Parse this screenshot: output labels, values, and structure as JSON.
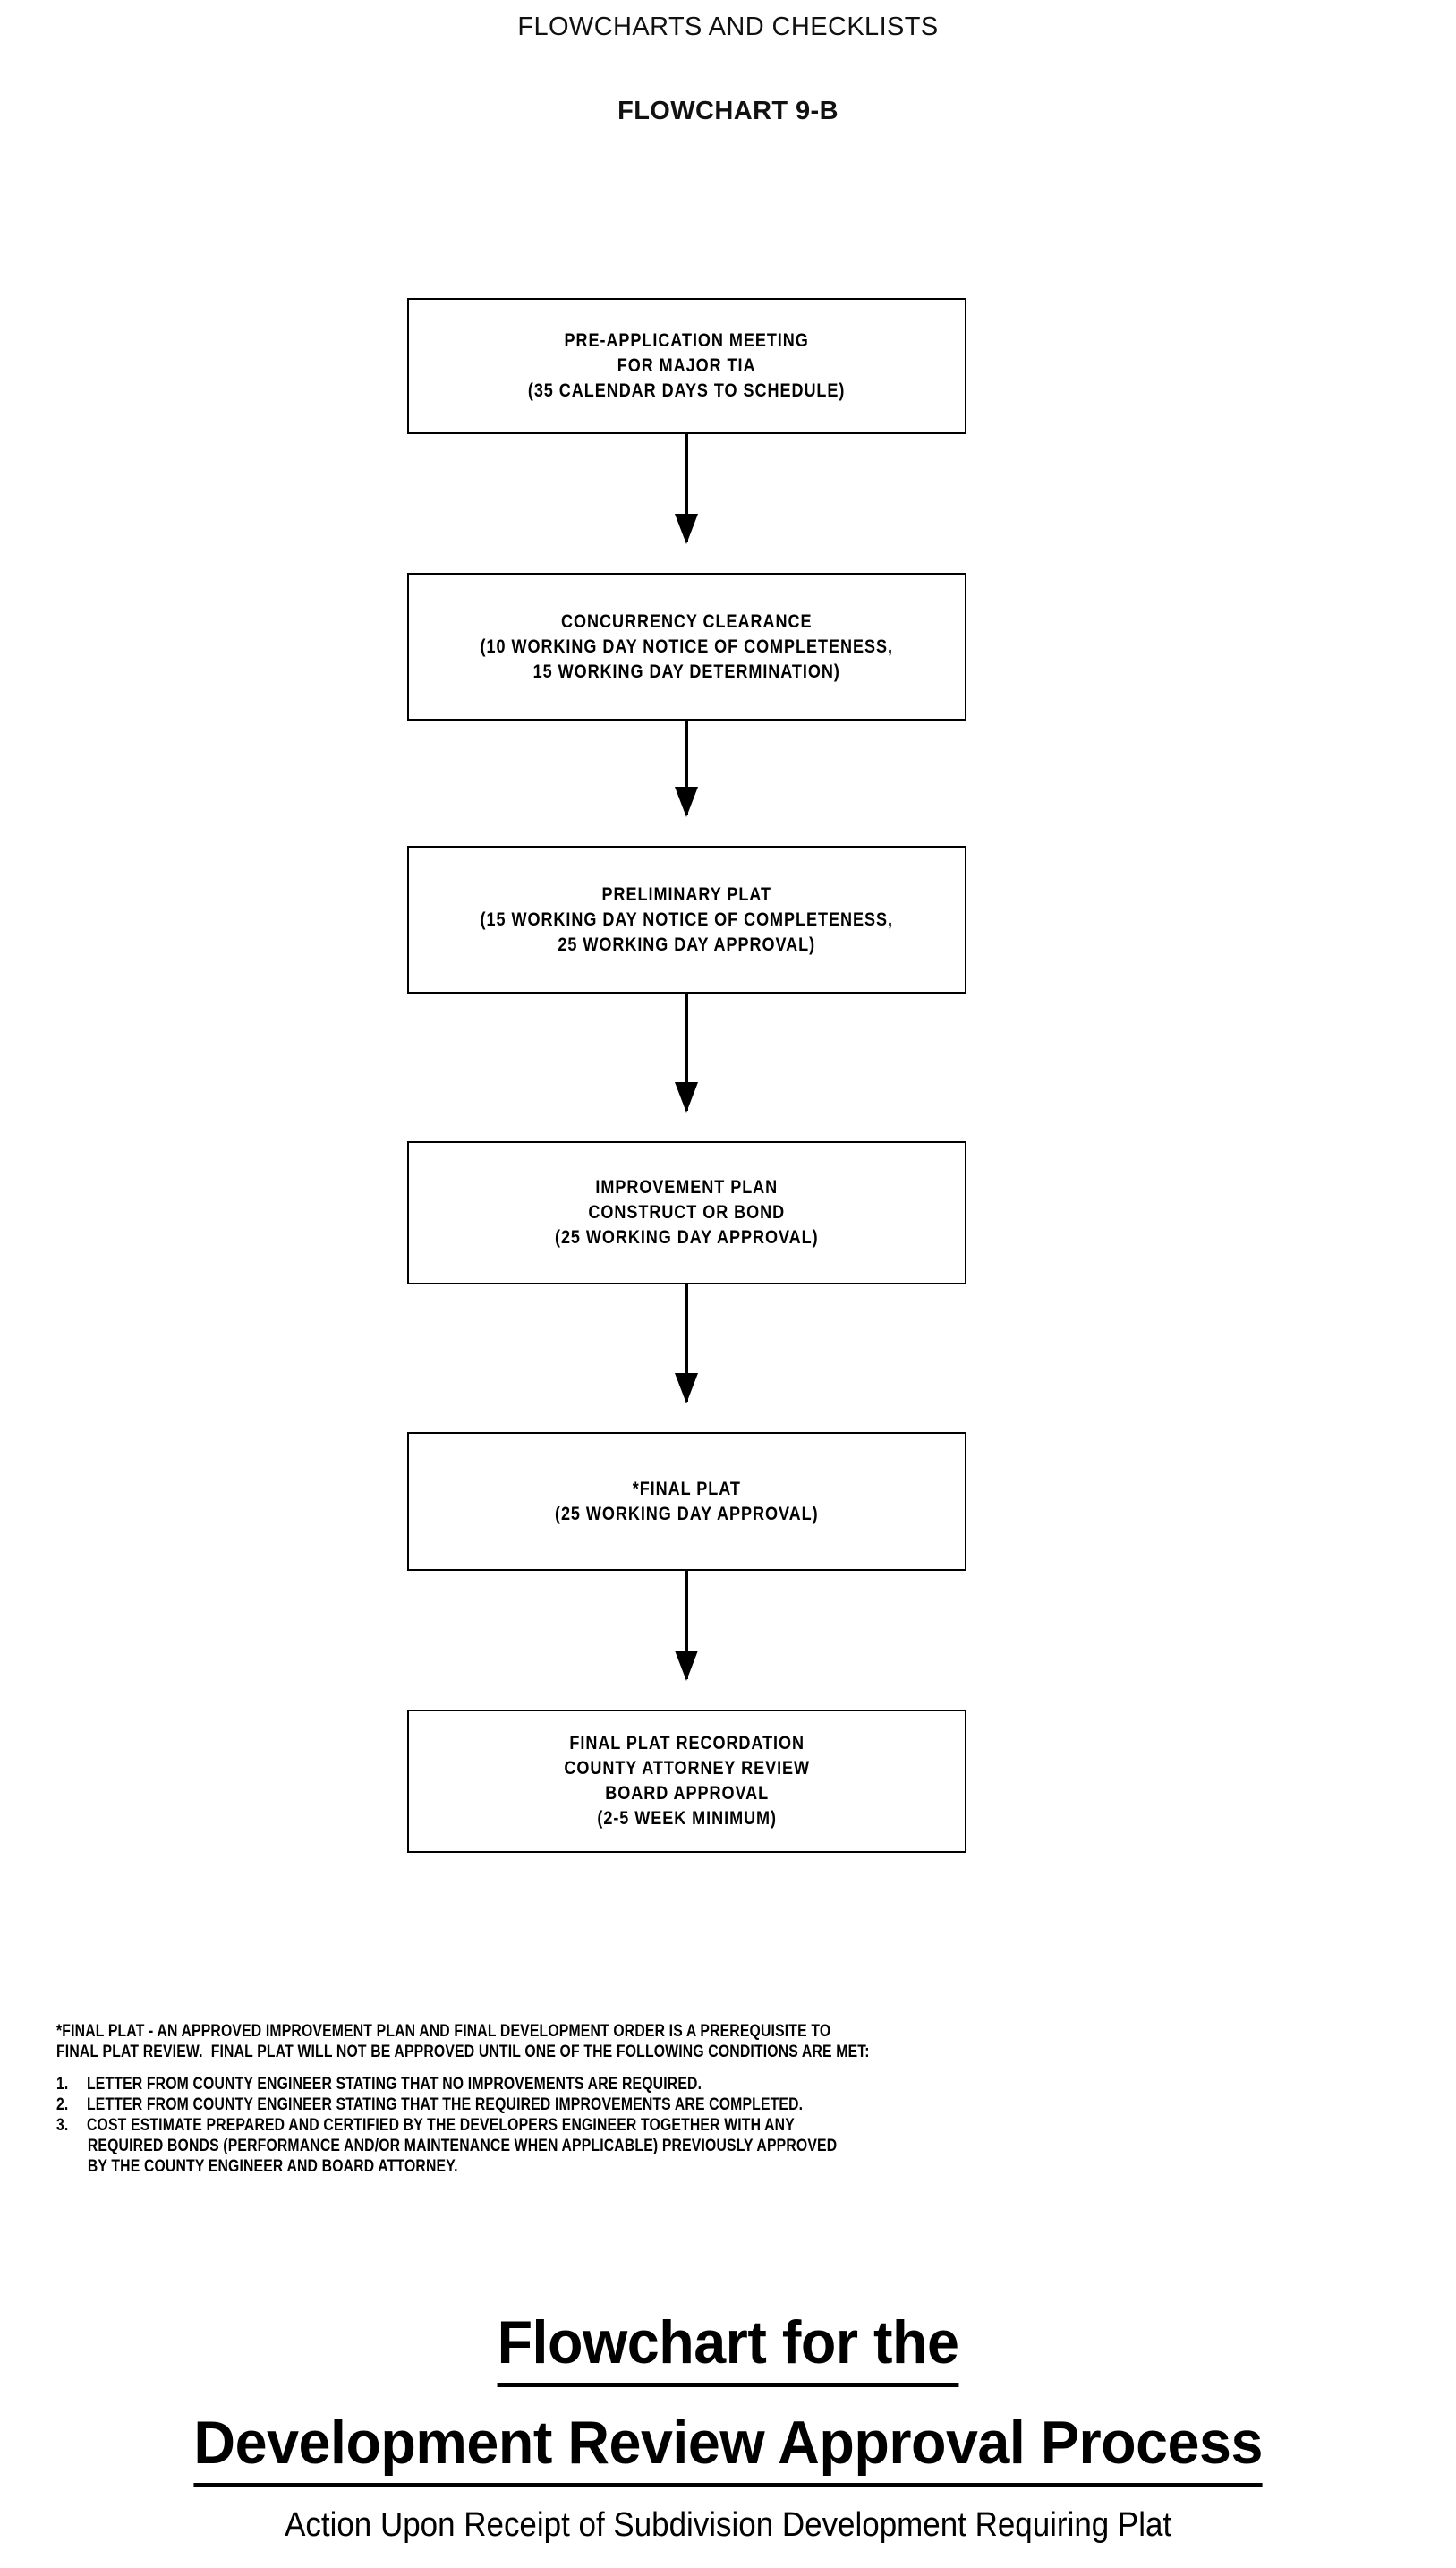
{
  "document": {
    "header_line_1": "FLOWCHARTS AND CHECKLISTS",
    "header_line_2": "FLOWCHART 9-B"
  },
  "flowchart": {
    "type": "flowchart",
    "orientation": "vertical",
    "connector": "down-arrow",
    "nodes": [
      {
        "id": "pre-application-meeting",
        "text": "PRE-APPLICATION MEETING\nFOR MAJOR TIA\n(35 CALENDAR DAYS TO SCHEDULE)"
      },
      {
        "id": "concurrency-clearance",
        "text": "CONCURRENCY CLEARANCE\n(10 WORKING DAY NOTICE OF COMPLETENESS,\n15 WORKING DAY DETERMINATION)"
      },
      {
        "id": "preliminary-plat",
        "text": "PRELIMINARY PLAT\n(15 WORKING DAY NOTICE OF COMPLETENESS,\n25 WORKING DAY APPROVAL)"
      },
      {
        "id": "improvement-plan",
        "text": "IMPROVEMENT PLAN\nCONSTRUCT OR BOND\n(25 WORKING DAY APPROVAL)"
      },
      {
        "id": "final-plat",
        "text": "*FINAL PLAT\n(25 WORKING DAY APPROVAL)"
      },
      {
        "id": "final-plat-recordation",
        "text": "FINAL PLAT RECORDATION\nCOUNTY ATTORNEY REVIEW\nBOARD APPROVAL\n(2-5 WEEK MINIMUM)"
      }
    ]
  },
  "footnote": {
    "paragraph_lines": [
      "*FINAL PLAT - AN APPROVED IMPROVEMENT PLAN AND FINAL DEVELOPMENT ORDER IS A PREREQUISITE TO",
      "FINAL PLAT REVIEW.  FINAL PLAT WILL NOT BE APPROVED UNTIL ONE OF THE FOLLOWING CONDITIONS ARE MET:"
    ],
    "items": [
      {
        "number": "1.",
        "lines": [
          "LETTER FROM COUNTY ENGINEER STATING THAT NO IMPROVEMENTS ARE REQUIRED."
        ]
      },
      {
        "number": "2.",
        "lines": [
          "LETTER FROM COUNTY ENGINEER STATING THAT THE REQUIRED IMPROVEMENTS ARE COMPLETED."
        ]
      },
      {
        "number": "3.",
        "lines": [
          "COST ESTIMATE PREPARED AND CERTIFIED BY THE DEVELOPERS ENGINEER TOGETHER WITH ANY",
          "REQUIRED BONDS (PERFORMANCE AND/OR MAINTENANCE WHEN APPLICABLE) PREVIOUSLY APPROVED",
          "BY THE COUNTY ENGINEER AND BOARD ATTORNEY."
        ]
      }
    ]
  },
  "bottom": {
    "title_line_1": "Flowchart for the",
    "title_line_2": "Development Review Approval Process",
    "subtitle": "Action Upon Receipt of Subdivision Development Requiring Plat"
  },
  "colors": {
    "ink": "#000000",
    "page": "#ffffff"
  }
}
